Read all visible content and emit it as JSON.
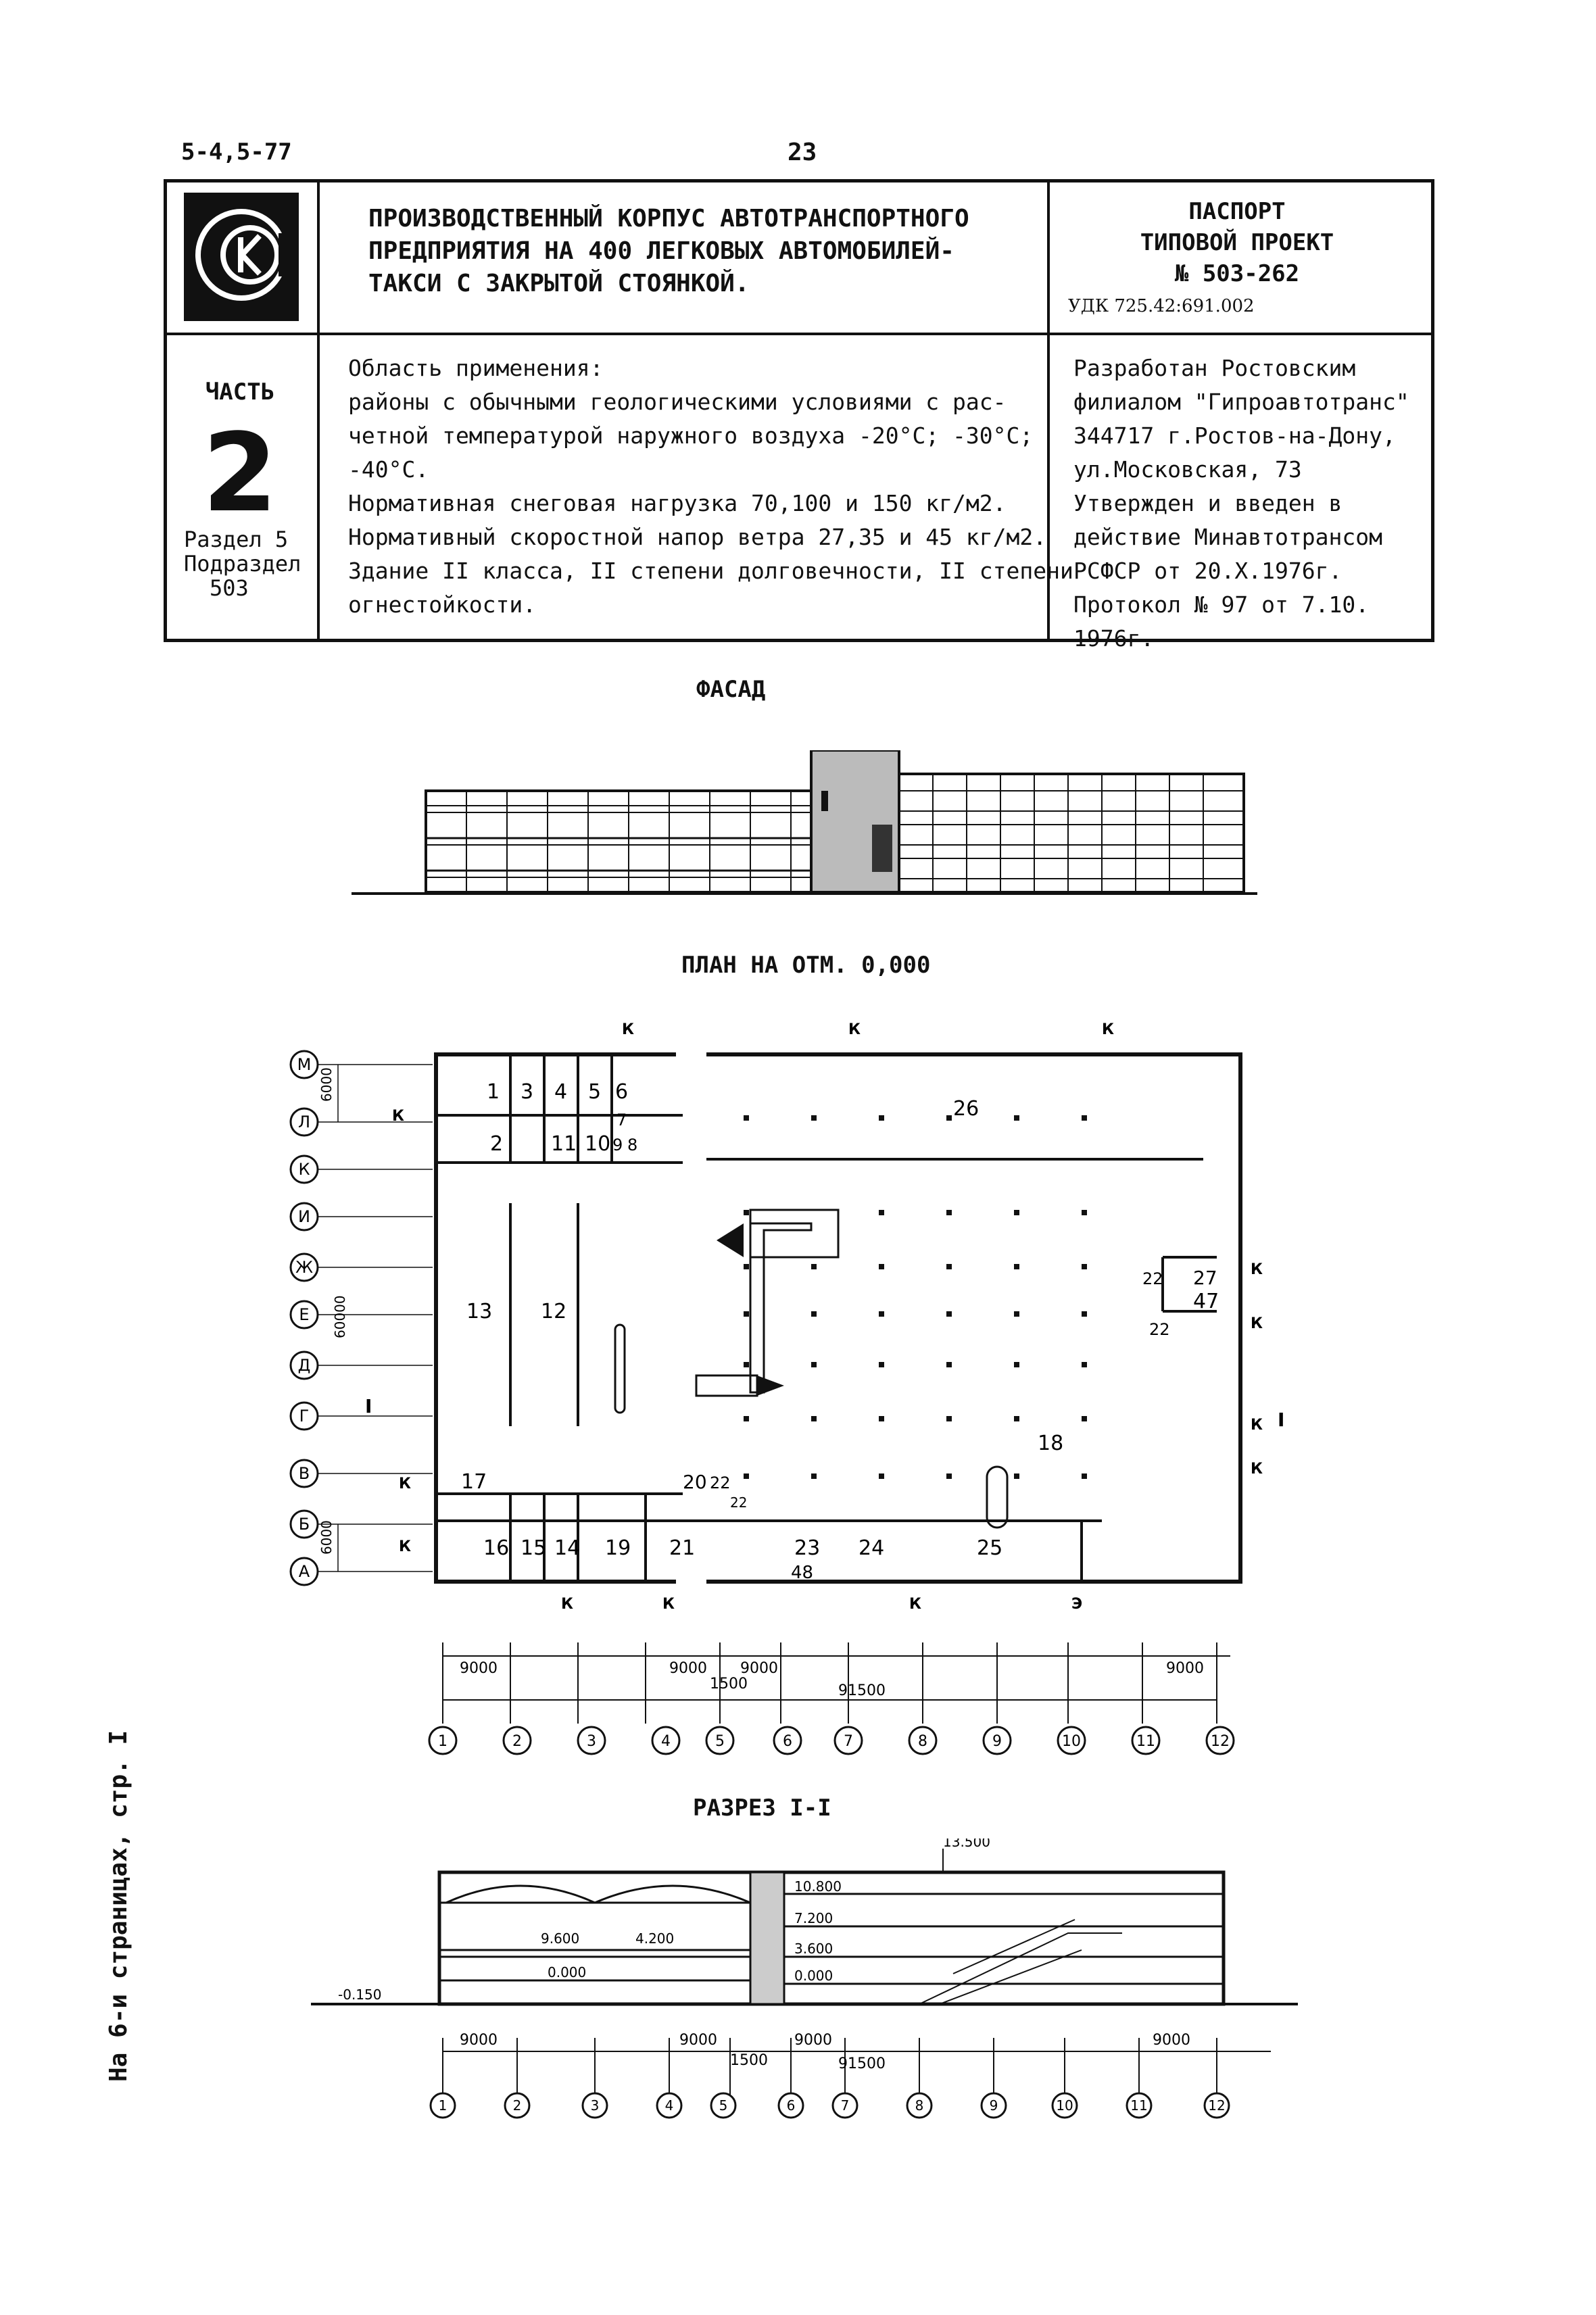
{
  "header": {
    "code": "5-4,5-77",
    "page_number": "23"
  },
  "logo": {
    "label": "СК"
  },
  "title_lines": [
    "ПРОИЗВОДСТВЕННЫЙ КОРПУС АВТОТРАНСПОРТНОГО",
    "ПРЕДПРИЯТИЯ НА 400 ЛЕГКОВЫХ АВТОМОБИЛЕЙ-",
    "ТАКСИ С ЗАКРЫТОЙ СТОЯНКОЙ."
  ],
  "passport": {
    "lines": [
      "ПАСПОРТ",
      "ТИПОВОЙ ПРОЕКТ",
      "№ 503-262"
    ],
    "udk": "УДК 725.42:691.002"
  },
  "part": {
    "label": "ЧАСТЬ",
    "number": "2",
    "section": "Раздел 5",
    "subsection": "Подраздел",
    "subsection_number": "503"
  },
  "application": {
    "lines": [
      "Область применения:",
      "районы с обычными геологическими условиями с рас-",
      "четной температурой наружного воздуха -20°С; -30°С;",
      "-40°С.",
      "Нормативная снеговая нагрузка 70,100 и 150 кг/м2.",
      "Нормативный скоростной напор ветра 27,35 и 45 кг/м2.",
      "Здание II класса, II степени долговечности, II степени",
      "огнестойкости."
    ]
  },
  "developer": {
    "lines": [
      "Разработан Ростовским",
      "филиалом \"Гипроавтотранс\"",
      "344717 г.Ростов-на-Дону,",
      "ул.Московская, 73",
      "Утвержден и введен в",
      "действие Минавтотрансом",
      "РСФСР от 20.X.1976г.",
      "Протокол № 97 от 7.10.",
      "1976г."
    ]
  },
  "drawings": {
    "facade_label": "ФАСАД",
    "plan_label": "ПЛАН НА ОТМ. 0,000",
    "section_label": "РАЗРЕЗ I-I"
  },
  "plan": {
    "row_axes": [
      "М",
      "Л",
      "К",
      "И",
      "Ж",
      "Е",
      "Д",
      "Г",
      "В",
      "Б",
      "А"
    ],
    "col_axes": [
      "1",
      "2",
      "3",
      "4",
      "5",
      "6",
      "7",
      "8",
      "9",
      "10",
      "11",
      "12"
    ],
    "rooms": [
      "1",
      "3",
      "4",
      "5",
      "6",
      "7",
      "2",
      "11",
      "10",
      "9",
      "8",
      "26",
      "13",
      "12",
      "22",
      "27",
      "47",
      "22",
      "18",
      "17",
      "20",
      "22",
      "22",
      "16",
      "15",
      "14",
      "19",
      "21",
      "23",
      "24",
      "25",
      "48"
    ],
    "dims": {
      "d9000": "9000",
      "d1500": "1500",
      "total": "91500",
      "d6000": "6000",
      "d60000": "60000"
    },
    "marks": {
      "k": "К",
      "e": "Э",
      "cut": "I"
    }
  },
  "section": {
    "levels": [
      "13.500",
      "10.800",
      "7.200",
      "3.600",
      "9.600",
      "4.200",
      "0.000",
      "0.000",
      "-0.150"
    ],
    "dims": {
      "d9000": "9000",
      "d1500": "1500",
      "total": "91500"
    }
  },
  "side_note": "На 6-и страницах, стр. I"
}
